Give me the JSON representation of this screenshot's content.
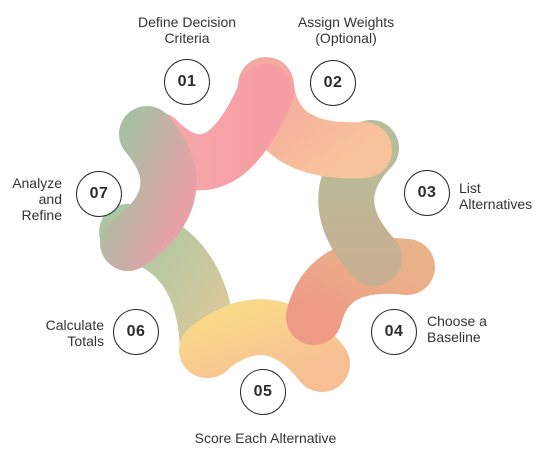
{
  "steps": [
    {
      "number": "01",
      "label": "Define Decision\nCriteria",
      "color": "#f6a3a8"
    },
    {
      "number": "02",
      "label": "Assign Weights\n(Optional)",
      "color": "#f7b89a"
    },
    {
      "number": "03",
      "label": "List\nAlternatives",
      "color": "#b9bd9c"
    },
    {
      "number": "04",
      "label": "Choose a\nBaseline",
      "color": "#eea889"
    },
    {
      "number": "05",
      "label": "Score Each Alternative",
      "color": "#f7cf8e"
    },
    {
      "number": "06",
      "label": "Calculate\nTotals",
      "color": "#b9cc9e"
    },
    {
      "number": "07",
      "label": "Analyze\nand\nRefine",
      "color": "#cbb0a8"
    }
  ]
}
